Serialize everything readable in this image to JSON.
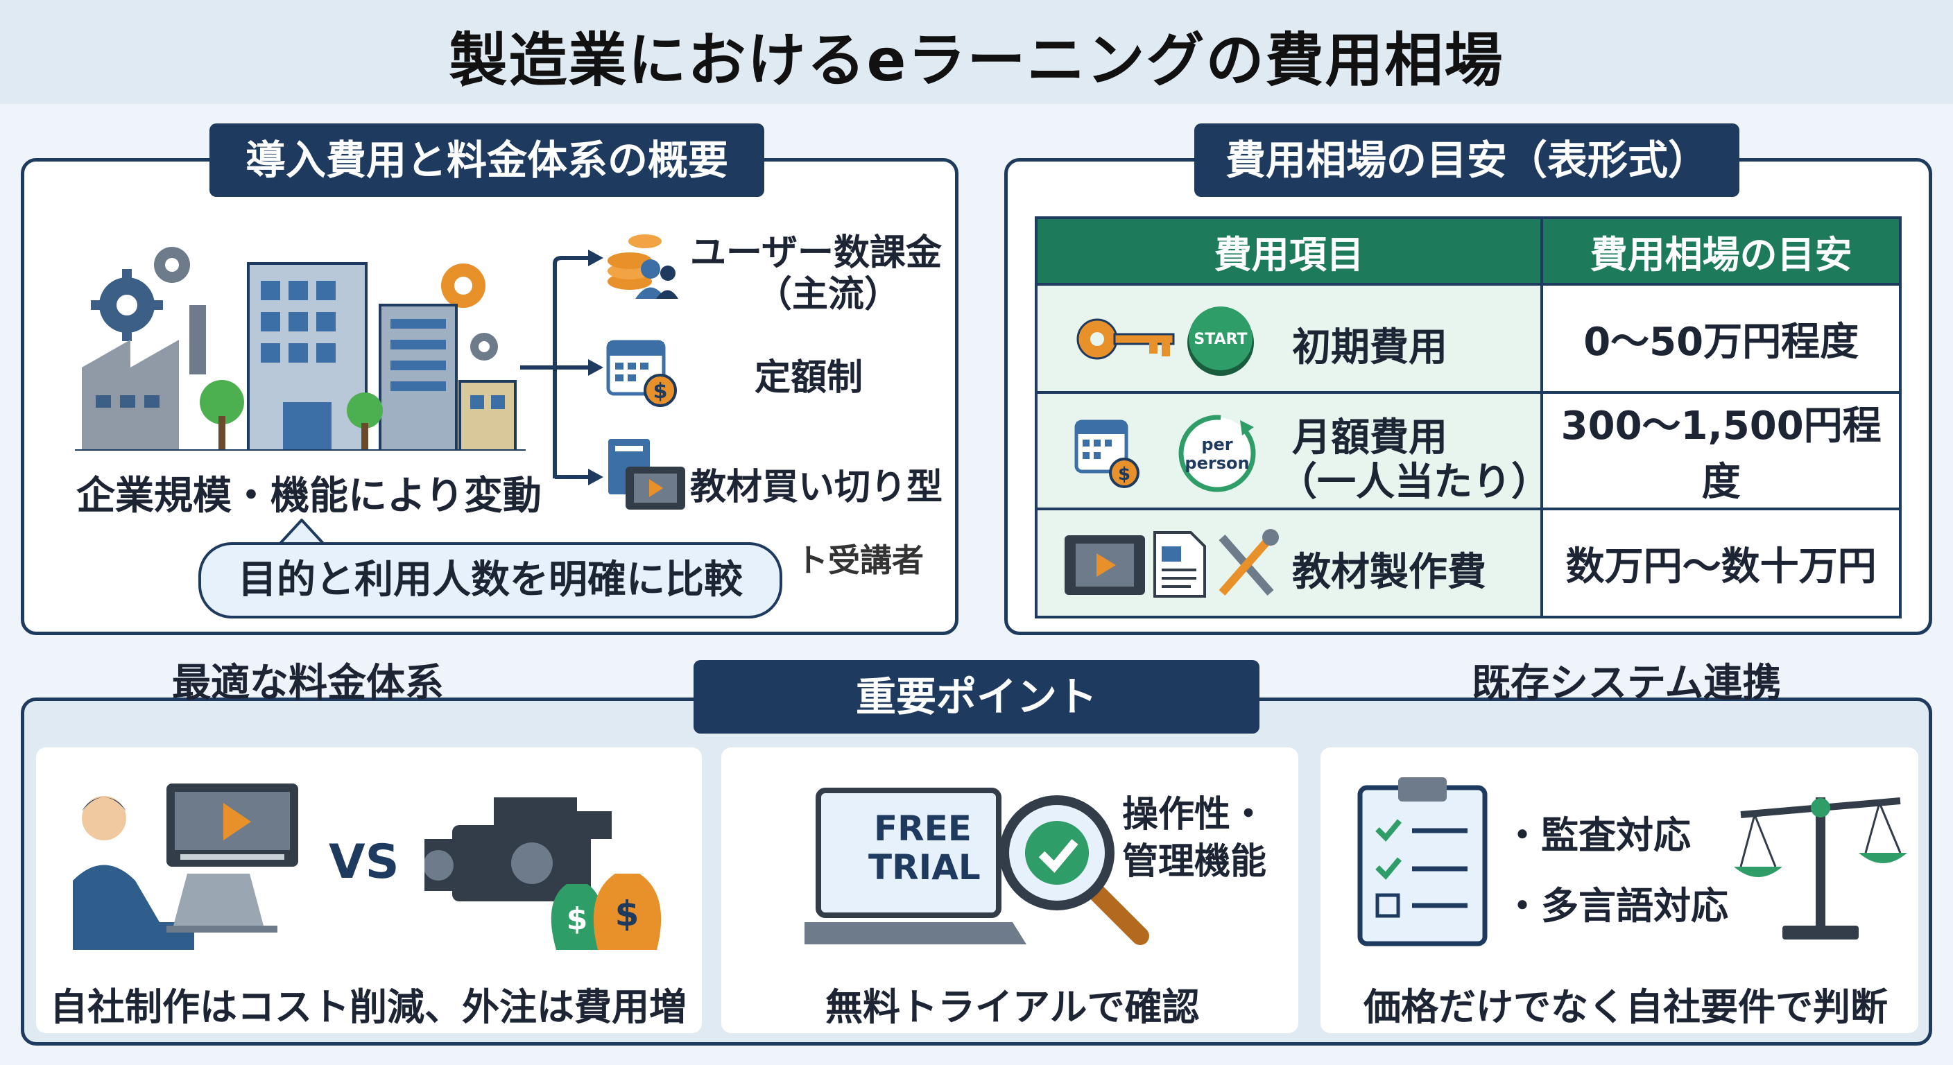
{
  "title": "製造業におけるeラーニングの費用相場",
  "overview": {
    "heading": "導入費用と料金体系の概要",
    "caption": "企業規模・機能により変動",
    "bubble": "目的と利用人数を明確に比較",
    "pricing_models": [
      {
        "label": "ユーザー数課金",
        "sub": "（主流）",
        "icon": "coins-users-icon"
      },
      {
        "label": "定額制",
        "sub": "",
        "icon": "calendar-dollar-icon"
      },
      {
        "label": "教材買い切り型",
        "sub": "",
        "icon": "book-video-icon"
      }
    ],
    "cutoff_text": "ト受講者"
  },
  "cost_table": {
    "heading": "費用相場の目安（表形式）",
    "headers": [
      "費用項目",
      "費用相場の目安"
    ],
    "rows": [
      {
        "item": "初期費用",
        "item2": "",
        "price": "0〜50万円程度",
        "badge": "START"
      },
      {
        "item": "月額費用",
        "item2": "（一人当たり）",
        "price": "300〜1,500円程度",
        "badge": "per person"
      },
      {
        "item": "教材製作費",
        "item2": "",
        "price": "数万円〜数十万円",
        "badge": ""
      }
    ]
  },
  "points": {
    "heading": "重要ポイント",
    "left_label": "最適な料金体系",
    "right_label": "既存システム連携",
    "cards": [
      {
        "caption": "自社制作はコスト削減、外注は費用増",
        "vs": "VS"
      },
      {
        "caption": "無料トライアルで確認",
        "trial_line1": "FREE",
        "trial_line2": "TRIAL",
        "note_line1": "操作性・",
        "note_line2": "管理機能"
      },
      {
        "caption": "価格だけでなく自社要件で判断",
        "bullets": [
          "・監査対応",
          "・多言語対応"
        ]
      }
    ]
  },
  "colors": {
    "navy": "#1e3a5f",
    "green": "#1d7a5a",
    "orange": "#e8912a",
    "light_green": "#e8f4ee"
  }
}
